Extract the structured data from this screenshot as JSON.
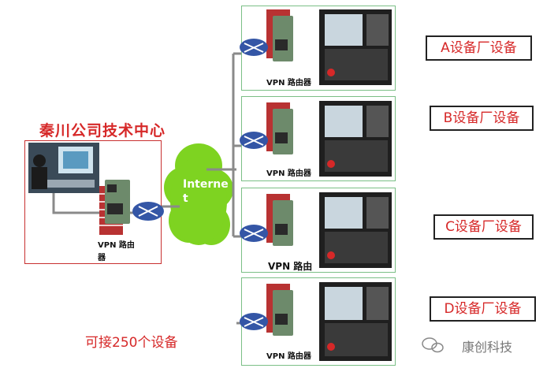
{
  "headquarters": {
    "title": "秦川公司技术中心",
    "router_label_line1": "VPN 路由",
    "router_label_line2": "器"
  },
  "internet": {
    "label": "Internet"
  },
  "factories": [
    {
      "label": "A设备厂设备",
      "router_label": "VPN 路由器"
    },
    {
      "label": "B设备厂设备",
      "router_label": "VPN 路由器"
    },
    {
      "label": "C设备厂设备",
      "router_label": "VPN 路由"
    },
    {
      "label": "D设备厂设备",
      "router_label": "VPN 路由器"
    }
  ],
  "capacity_note": "可接250个设备",
  "brand": {
    "name": "康创科技",
    "icon": "wechat-icon"
  },
  "colors": {
    "accent_red": "#d62828",
    "box_green": "#7bbf86",
    "cloud_green": "#7ed321",
    "firewall_red": "#b83232"
  }
}
